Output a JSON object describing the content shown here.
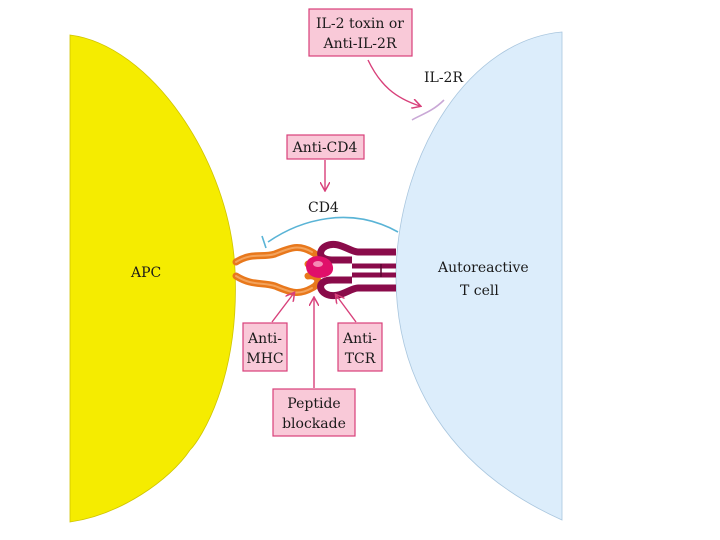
{
  "cells": {
    "apc": {
      "label": "APC",
      "color": "#f5ec00"
    },
    "t_cell": {
      "label_line1": "Autoreactive",
      "label_line2": "T cell",
      "color": "#dcedfb"
    }
  },
  "receptors": {
    "il2r": {
      "label": "IL-2R"
    },
    "cd4": {
      "label": "CD4"
    }
  },
  "interventions": {
    "il2_toxin": {
      "line1": "IL-2 toxin or",
      "line2": "Anti-IL-2R"
    },
    "anti_cd4": {
      "line1": "Anti-CD4"
    },
    "anti_mhc": {
      "line1": "Anti-",
      "line2": "MHC"
    },
    "anti_tcr": {
      "line1": "Anti-",
      "line2": "TCR"
    },
    "peptide_blockade": {
      "line1": "Peptide",
      "line2": "blockade"
    }
  },
  "colors": {
    "box_fill": "#f9c9d8",
    "box_stroke": "#d8407a",
    "arrow": "#d8407a",
    "mhc": "#e8781c",
    "tcr": "#8a0b4a",
    "peptide": "#e0106a",
    "cd4_line": "#5ab4d6",
    "il2r_line": "#c9a8d6"
  }
}
